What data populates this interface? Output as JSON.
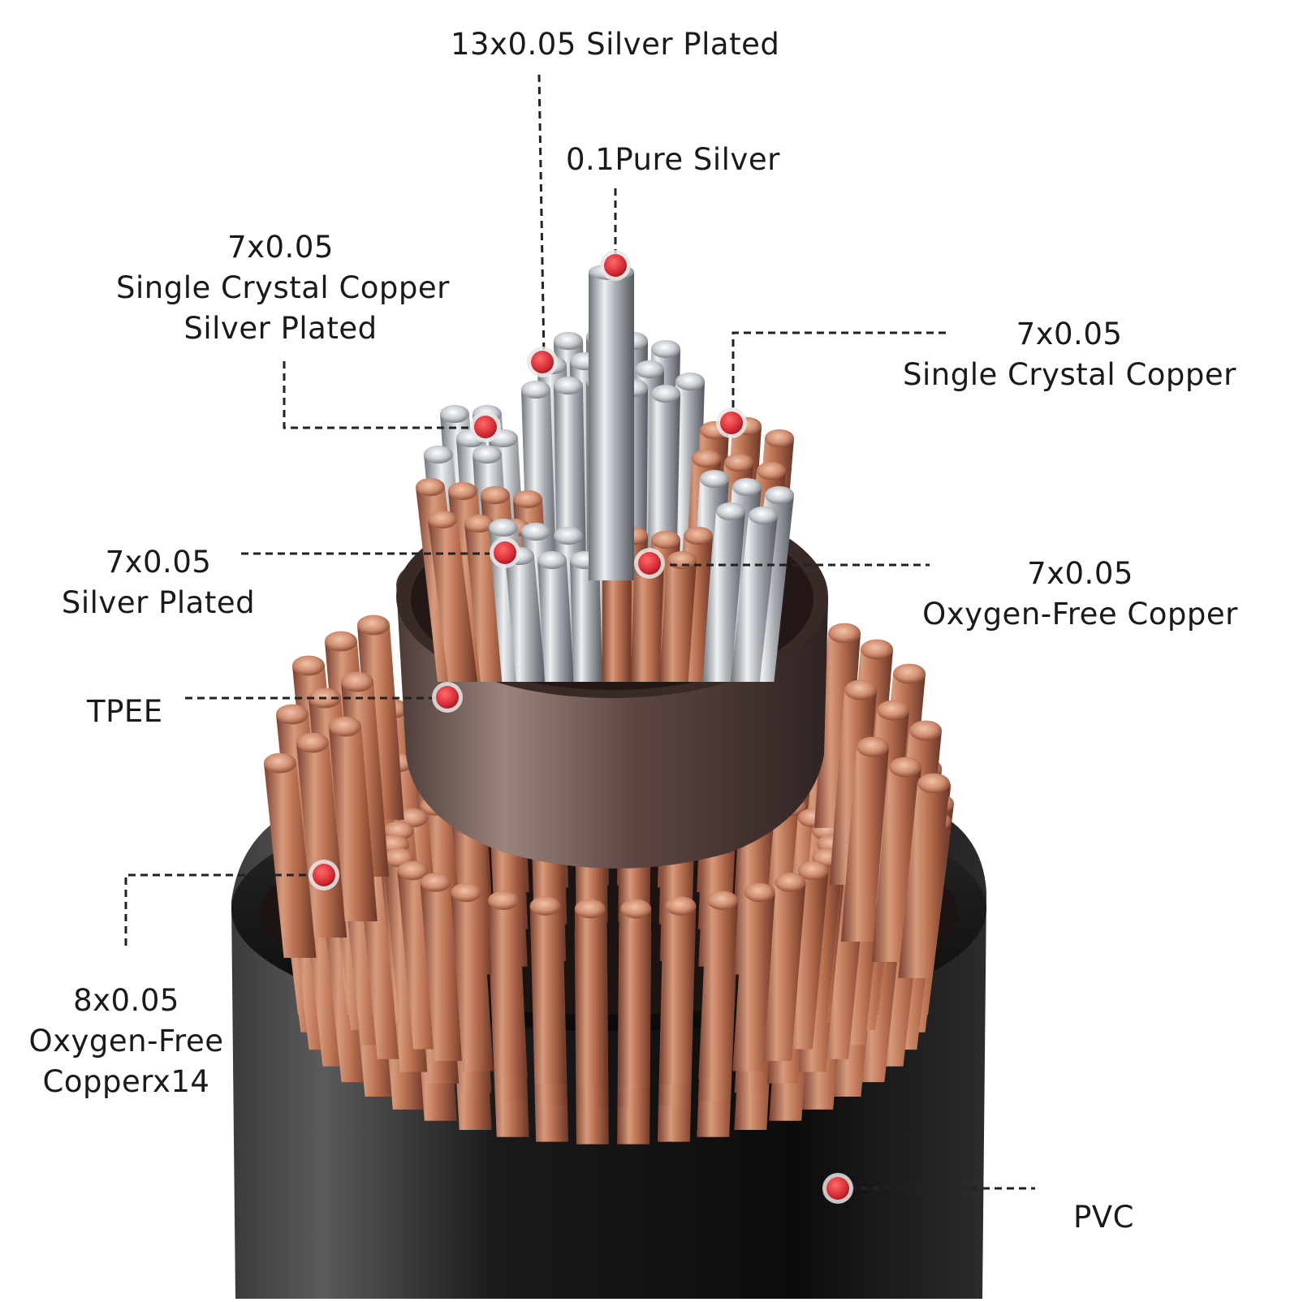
{
  "callouts": [
    {
      "id": "silver-13",
      "lines": [
        "13x0.05 Silver Plated"
      ]
    },
    {
      "id": "pure-silver",
      "lines": [
        "0.1Pure Silver"
      ]
    },
    {
      "id": "sc-copper-silver",
      "lines": [
        "7x0.05",
        "Single Crystal Copper",
        "Silver Plated"
      ]
    },
    {
      "id": "sc-copper",
      "lines": [
        "7x0.05",
        "Single Crystal Copper"
      ]
    },
    {
      "id": "silver-plated-7",
      "lines": [
        "7x0.05",
        "Silver Plated"
      ]
    },
    {
      "id": "ofc-7",
      "lines": [
        "7x0.05",
        "Oxygen-Free Copper"
      ]
    },
    {
      "id": "tpee",
      "lines": [
        "TPEE"
      ]
    },
    {
      "id": "ofc-8x14",
      "lines": [
        "8x0.05",
        "Oxygen-Free",
        "Copperx14"
      ]
    },
    {
      "id": "pvc",
      "lines": [
        "PVC"
      ]
    }
  ],
  "colors": {
    "marker": "#d42b34",
    "copper": "#c88464",
    "silver": "#c9ccd0",
    "jacket": "#121212",
    "tpee": "#6a5450",
    "leader": "#222222"
  }
}
